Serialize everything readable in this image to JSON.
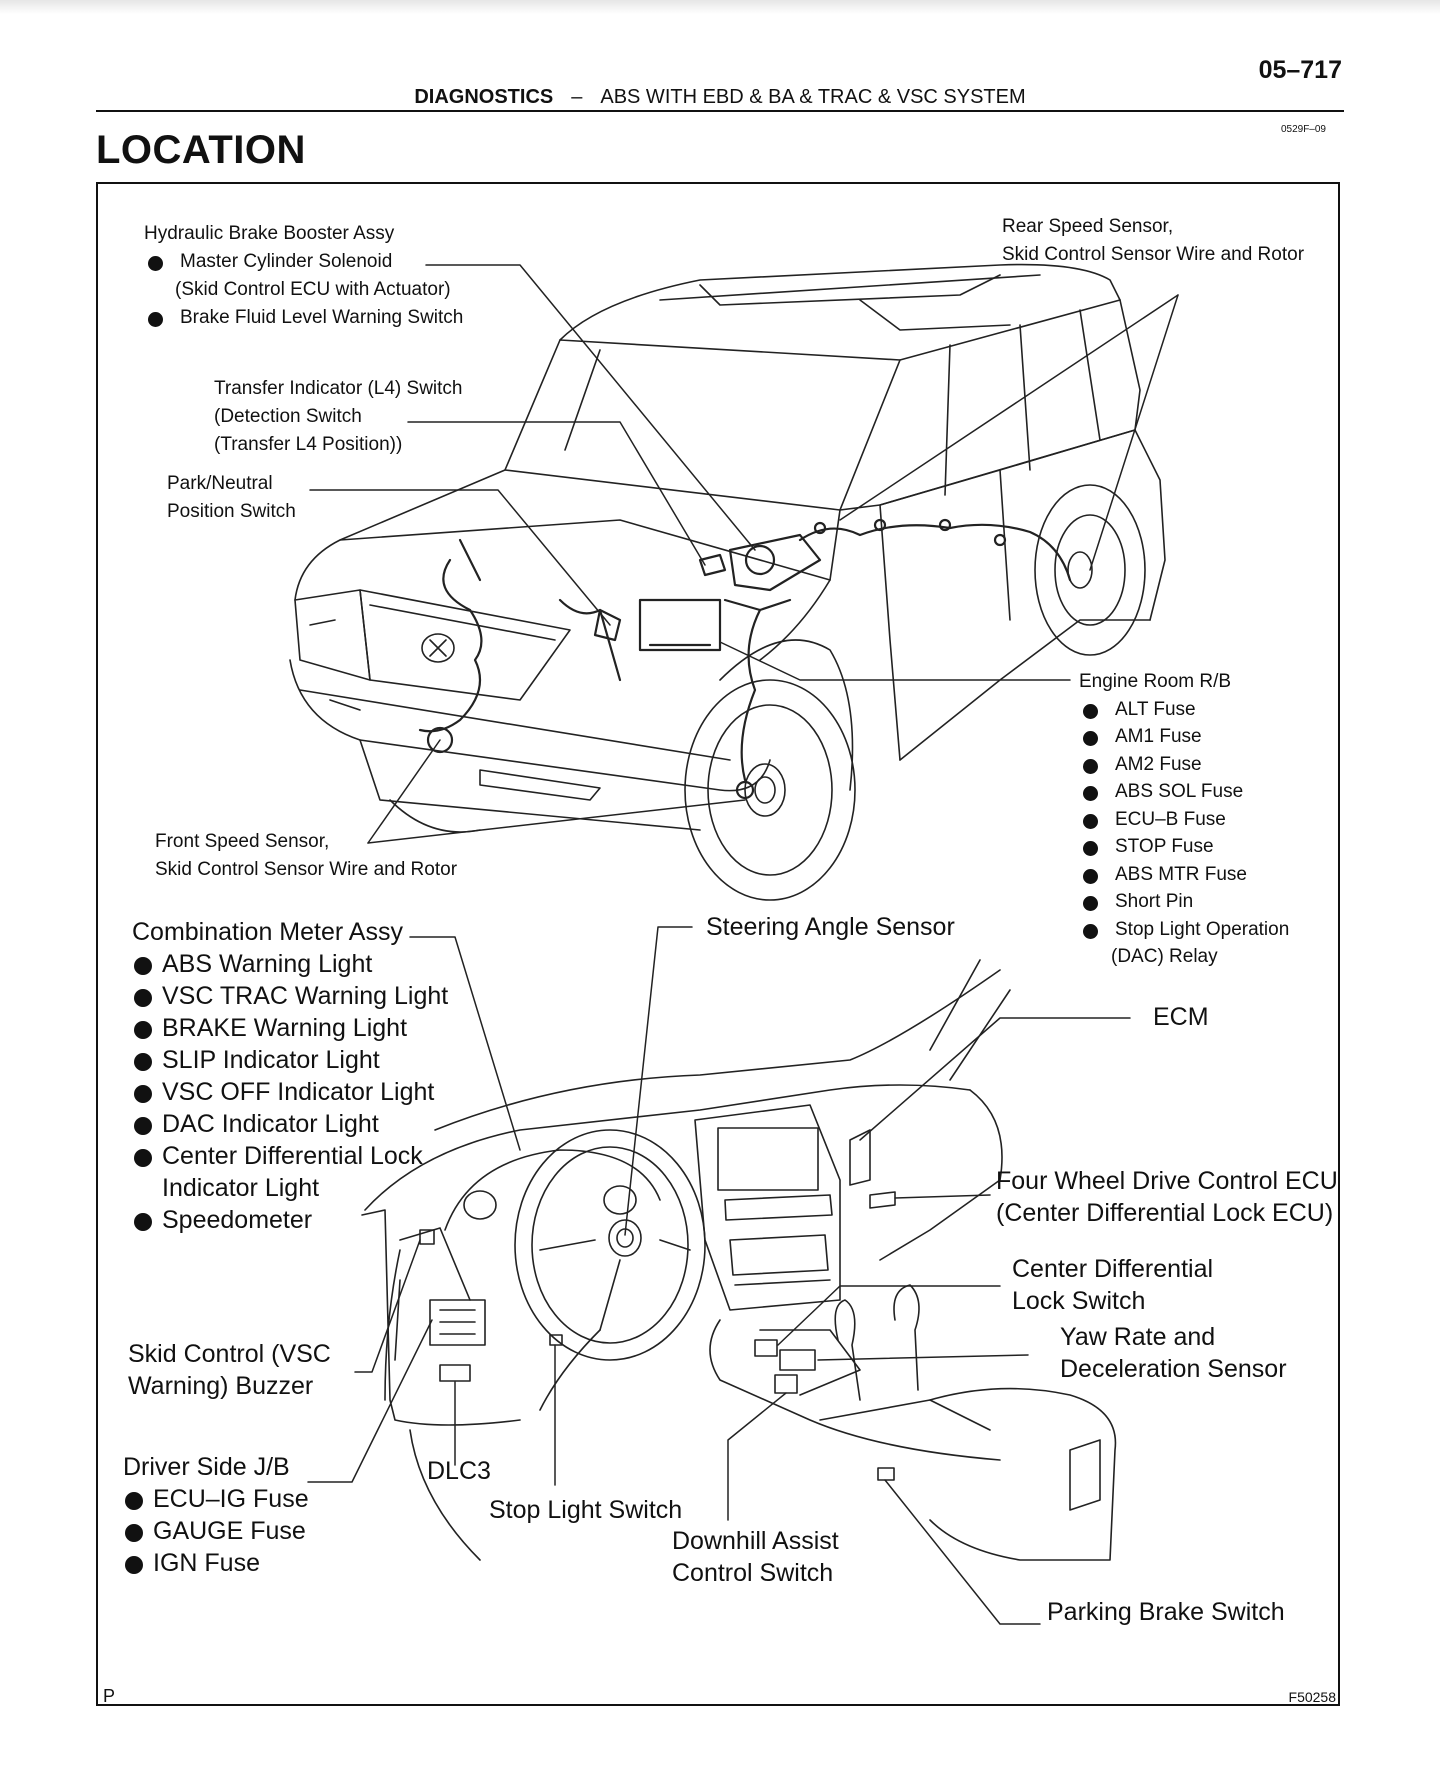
{
  "page": {
    "number": "05–717",
    "section": "DIAGNOSTICS",
    "separator": "–",
    "subject": "ABS WITH EBD & BA & TRAC & VSC SYSTEM",
    "doc_code": "0529F–09",
    "title": "LOCATION",
    "corner_mark": "P",
    "figure_id": "F50258"
  },
  "vehicle_labels": {
    "hydraulic": {
      "heading": "Hydraulic Brake Booster Assy",
      "item1": "Master Cylinder Solenoid",
      "item1_sub": "(Skid Control ECU with Actuator)",
      "item2": "Brake Fluid Level Warning Switch"
    },
    "rear_speed": {
      "line1": "Rear Speed Sensor,",
      "line2": "Skid Control Sensor Wire and Rotor"
    },
    "transfer": {
      "line1": "Transfer Indicator (L4) Switch",
      "line2": "(Detection Switch",
      "line3": "(Transfer L4 Position))"
    },
    "park_neutral": {
      "line1": "Park/Neutral",
      "line2": "Position Switch"
    },
    "front_speed": {
      "line1": "Front Speed Sensor,",
      "line2": "Skid Control Sensor Wire and Rotor"
    },
    "engine_room": {
      "heading": "Engine Room R/B",
      "items": [
        "ALT Fuse",
        "AM1 Fuse",
        "AM2 Fuse",
        "ABS SOL Fuse",
        "ECU–B Fuse",
        "STOP Fuse",
        "ABS MTR Fuse",
        "Short Pin",
        "Stop Light Operation"
      ],
      "last_sub": "(DAC) Relay"
    }
  },
  "cabin_labels": {
    "combination_meter": {
      "heading": "Combination Meter Assy",
      "items": [
        "ABS Warning Light",
        "VSC TRAC Warning Light",
        "BRAKE Warning Light",
        "SLIP Indicator Light",
        "VSC OFF Indicator Light",
        "DAC Indicator Light",
        "Center Differential Lock"
      ],
      "cont": "Indicator Light",
      "last": "Speedometer"
    },
    "steering_angle": "Steering Angle Sensor",
    "ecm": "ECM",
    "four_wheel": {
      "line1": "Four Wheel Drive Control ECU",
      "line2": "(Center Differential Lock ECU)"
    },
    "center_diff_switch": {
      "line1": "Center Differential",
      "line2": "Lock Switch"
    },
    "yaw_rate": {
      "line1": "Yaw Rate and",
      "line2": "Deceleration Sensor"
    },
    "buzzer": {
      "line1": "Skid Control (VSC",
      "line2": "Warning) Buzzer"
    },
    "driver_jb": {
      "heading": "Driver Side J/B",
      "items": [
        "ECU–IG Fuse",
        "GAUGE Fuse",
        "IGN Fuse"
      ]
    },
    "dlc3": "DLC3",
    "stop_light_switch": "Stop Light Switch",
    "downhill": {
      "line1": "Downhill Assist",
      "line2": "Control Switch"
    },
    "parking_brake": "Parking Brake Switch"
  }
}
